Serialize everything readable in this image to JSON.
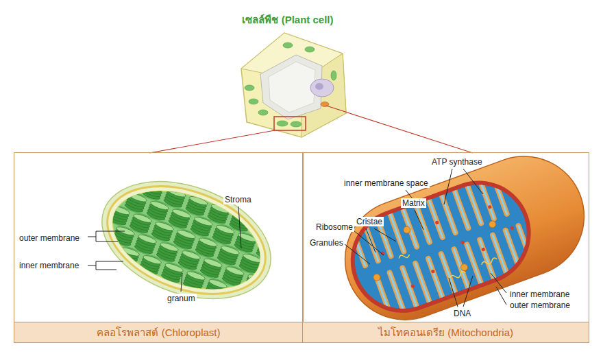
{
  "diagram": {
    "title": "เซลล์พืช (Plant cell)",
    "nodes": [
      {
        "text": [
          "คลอโรพลาสต์ (Chloroplast)"
        ]
      },
      {
        "text": [
          "ไมโทคอนเดรีย (Mitochondria)"
        ]
      }
    ],
    "labels": [
      "outer membrane",
      "inner membrane",
      "Stroma",
      "granum",
      "ATP synthase",
      "inner membrane space",
      "Matrix",
      "Cristae",
      "Ribosome",
      "Granules",
      "inner membrane",
      "outer membrane",
      "DNA"
    ]
  }
}
